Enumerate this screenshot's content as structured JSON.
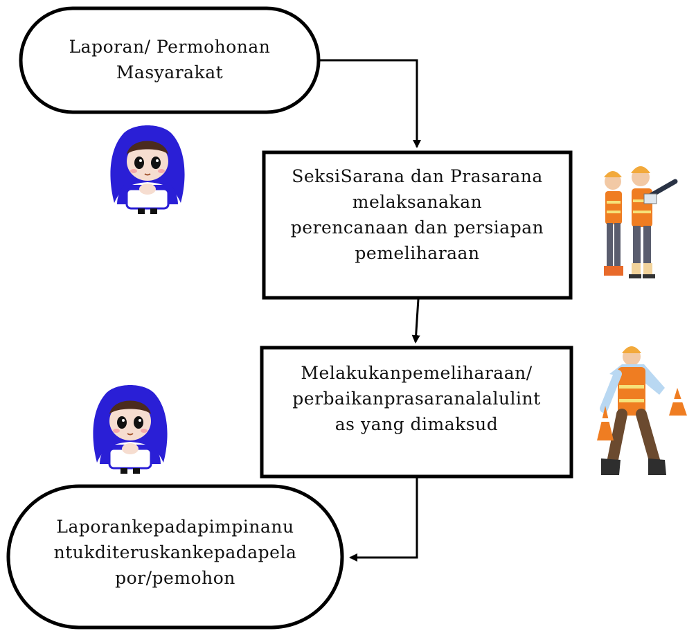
{
  "diagram": {
    "start_node": {
      "lines": [
        "Laporan/ Permohonan",
        "Masyarakat"
      ]
    },
    "step_1": {
      "lines": [
        "SeksiSarana dan Prasarana",
        "melaksanakan",
        "perencanaan dan persiapan",
        "pemeliharaan"
      ]
    },
    "step_2": {
      "lines": [
        "Melakukanpemeliharaan/",
        "perbaikanprasaranalalulint",
        "as yang dimaksud"
      ]
    },
    "end_node": {
      "lines": [
        "Laporankepadapimpinanu",
        "ntukditeruskankepadapela",
        "por/pemohon"
      ]
    }
  },
  "colors": {
    "stroke": "#000000",
    "hijab": "#2a1fd6",
    "vest": "#ef7d22",
    "helmet": "#f2a93b",
    "trousers_gray": "#5a5d6e",
    "trousers_brown": "#6b4a2f",
    "shirt_blue": "#b9d8f2"
  },
  "icons": [
    "hijab-girl-icon",
    "engineers-icon",
    "construction-worker-icon"
  ]
}
